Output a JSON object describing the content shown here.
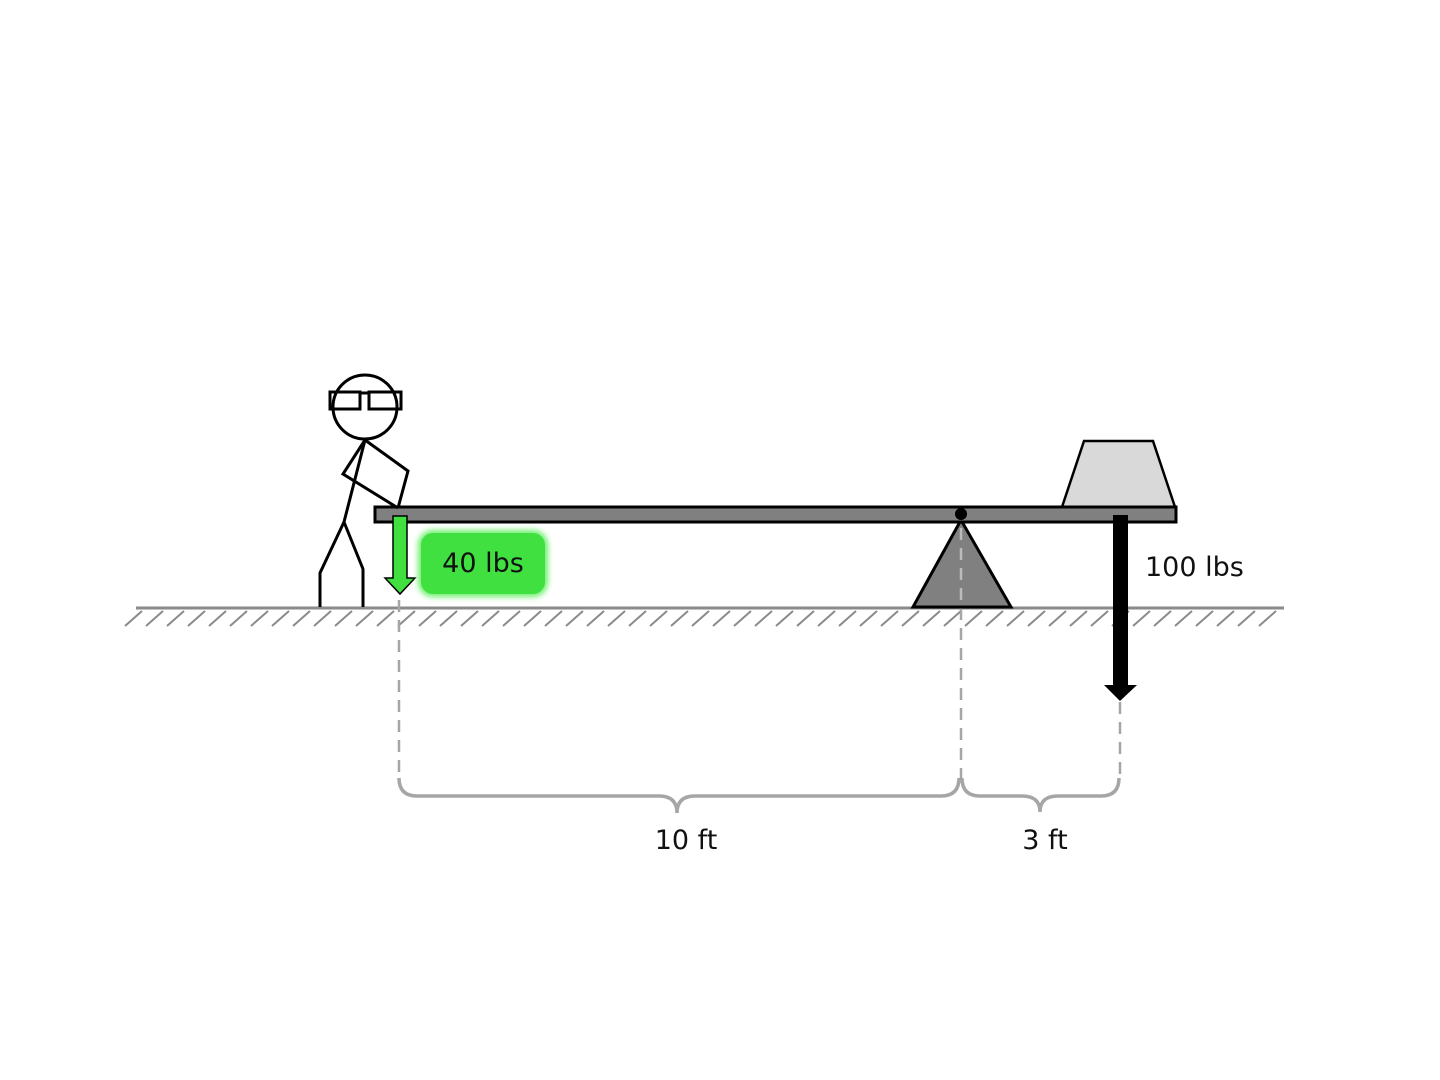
{
  "diagram": {
    "type": "lever-first-class",
    "effort_force": {
      "label": "40 lbs",
      "color": "#3fe03f"
    },
    "load_force": {
      "label": "100 lbs",
      "color": "#000000"
    },
    "effort_arm": {
      "label": "10 ft"
    },
    "load_arm": {
      "label": "3 ft"
    },
    "colors": {
      "beam": "#808080",
      "fulcrum": "#808080",
      "load_block": "#d9d9d9",
      "ground": "#8a8a8a",
      "dimension_lines": "#a6a6a6"
    },
    "elements": [
      "stick-figure-person",
      "lever-beam",
      "fulcrum",
      "pivot",
      "load-block",
      "ground"
    ]
  }
}
